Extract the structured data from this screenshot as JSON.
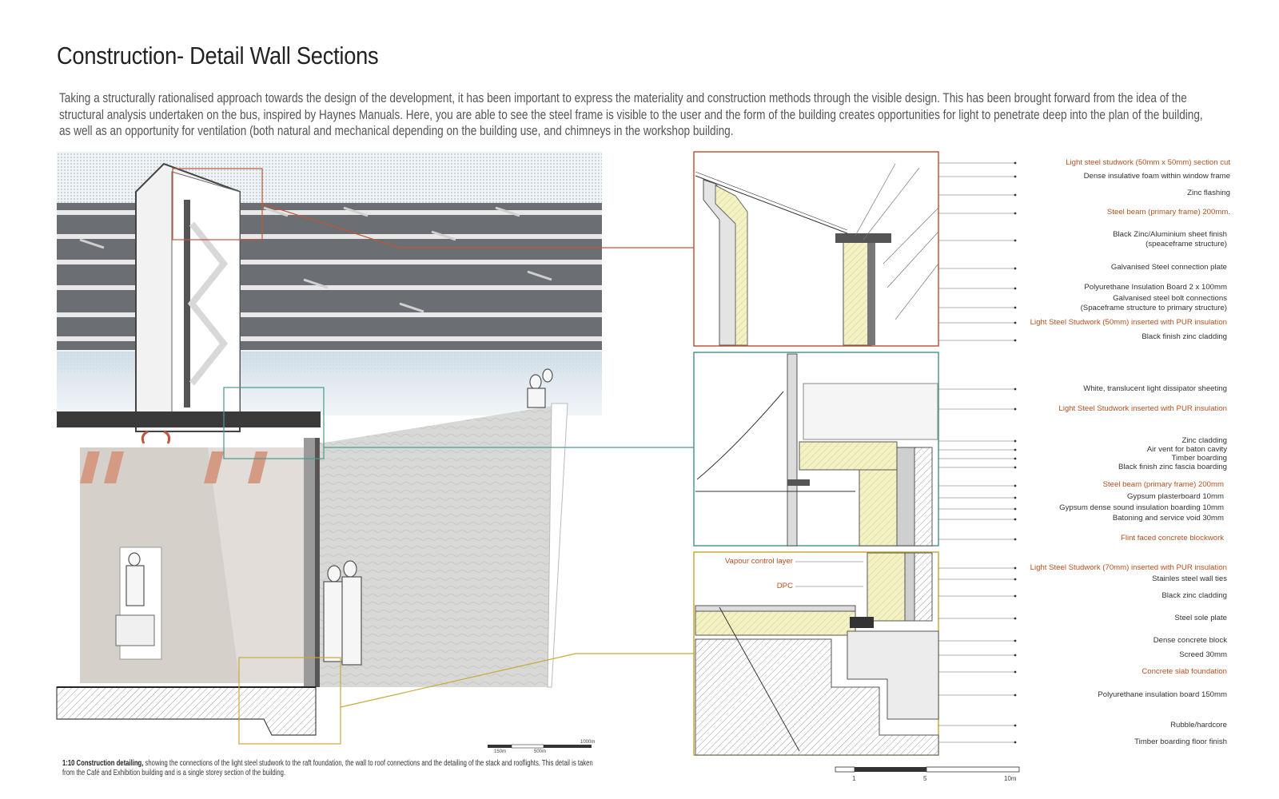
{
  "title": "Construction- Detail Wall Sections",
  "intro": "Taking a structurally rationalised approach towards the design of the development, it has been important to express the materiality and construction methods through the visible design. This has been brought forward from the idea of the structural analysis undertaken on the bus, inspired by Haynes Manuals. Here, you are able to see the steel frame is visible to the user and the form of the building creates opportunities for light to penetrate deep into the plan of the building, as well as an opportunity for ventilation (both natural and mechanical depending on the building use, and chimneys in the workshop building.",
  "caption": {
    "bold": "1:10 Construction detailing,",
    "text": " showing the connections of the light steel studwork to the raft foundation, the wall to roof connections and the detailing of the stack and rooflights. This detail is taken from the Café and Exhibition building and is a single storey section of the building."
  },
  "colors": {
    "accent": "#b4501f",
    "detail_top": "#c0563a",
    "detail_mid": "#4a9a8e",
    "detail_bottom": "#c8a93a"
  },
  "labels": {
    "top": [
      "Light steel studwork (50mm x 50mm) section cut",
      "Dense insulative foam within window frame",
      "Zinc flashing",
      "Steel beam (primary frame) 200mm.",
      "Black Zinc/Aluminium sheet finish\n(speaceframe structure)",
      "Galvanised Steel connection plate",
      "Polyurethane Insulation Board 2 x 100mm",
      "Galvanised steel bolt connections\n(Spaceframe structure to primary structure)",
      "Light Steel Studwork (50mm) inserted with PUR insulation",
      "Black finish zinc cladding"
    ],
    "mid": [
      "White, translucent light dissipator sheeting",
      "Light Steel Studwork inserted with PUR insulation",
      "Zinc cladding",
      "Air vent for baton cavity",
      "Timber boarding",
      "Black finish zinc fascia boarding",
      "Steel beam (primary frame) 200mm",
      "Gypsum plasterboard 10mm",
      "Gypsum dense sound insulation boarding 10mm",
      "Batoning and service void 30mm",
      "Flint faced concrete blockwork"
    ],
    "bottom": [
      "Light Steel Studwork  (70mm) inserted with PUR insulation",
      "Stainles steel wall ties",
      "Black zinc cladding",
      "Steel sole plate",
      "Dense concrete block",
      "Screed 30mm",
      "Concrete slab foundation",
      "Polyurethane insulation board 150mm",
      "Rubble/hardcore",
      "Timber boarding floor finish"
    ],
    "inner": [
      "Vapour control layer",
      "DPC"
    ]
  },
  "scale_bar_left": [
    "150m",
    "500m",
    "1000m"
  ],
  "scale_bar_right": [
    "1",
    "5",
    "10m"
  ]
}
